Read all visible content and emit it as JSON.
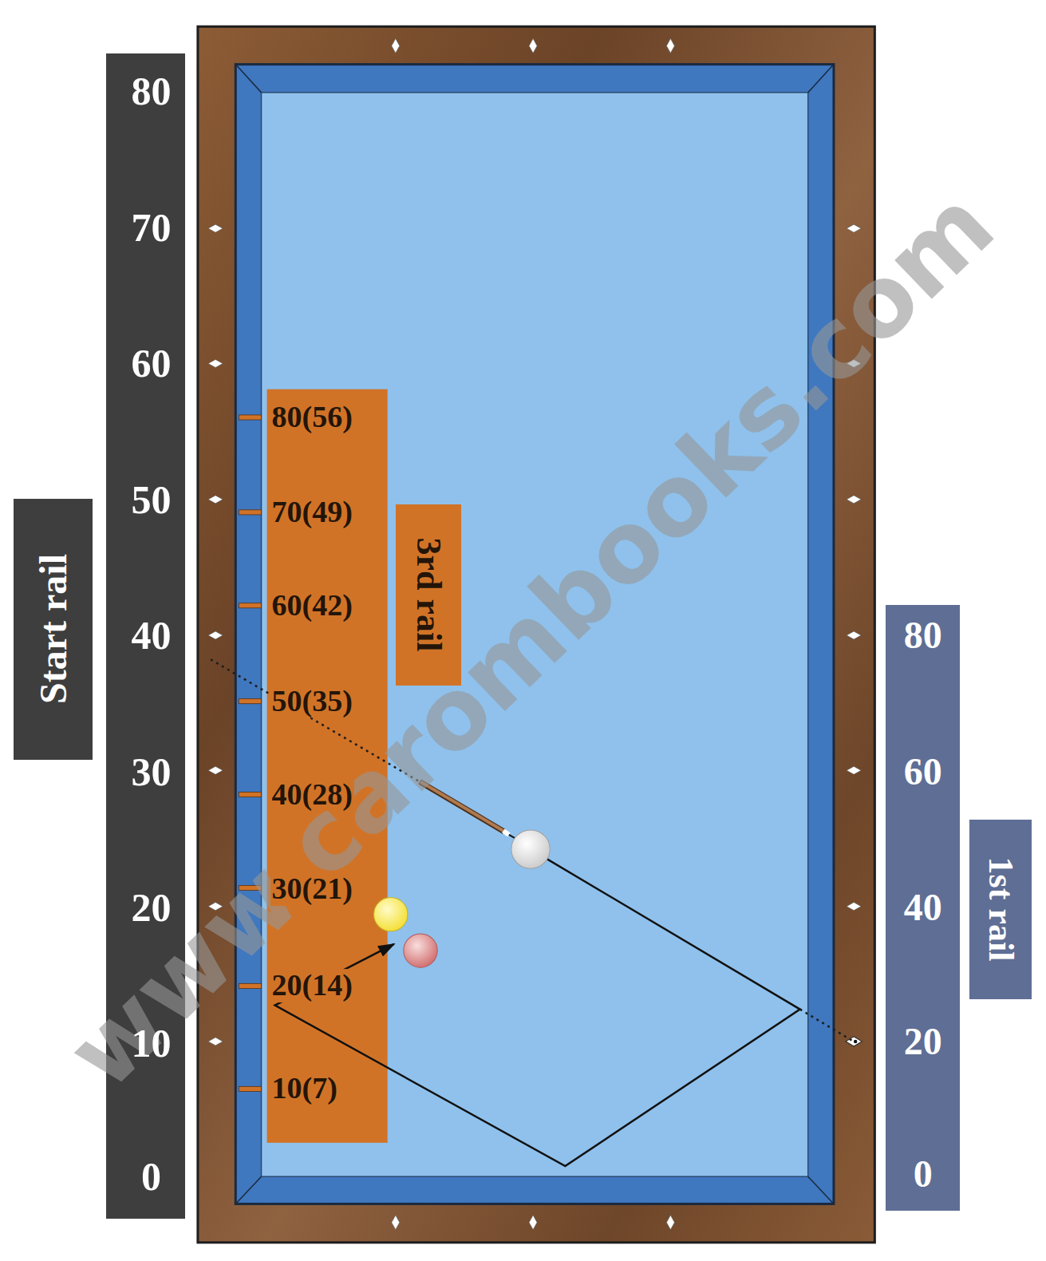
{
  "diagram": {
    "nodes": [
      {
        "text": [
          "Start rail"
        ]
      },
      {
        "text": [
          "80",
          "70",
          "60",
          "50",
          "40",
          "30",
          "20",
          "10",
          "0"
        ]
      },
      {
        "text": [
          "80(56)",
          "70(49)",
          "60(42)",
          "50(35)",
          "40(28)",
          "30(21)",
          "20(14)",
          "10(7)"
        ]
      },
      {
        "text": [
          "3rd rail"
        ]
      },
      {
        "text": [
          "80",
          "60",
          "40",
          "20",
          "0"
        ]
      },
      {
        "text": [
          "1st rail"
        ]
      }
    ],
    "labels": [
      "www.carombooks.com"
    ]
  }
}
